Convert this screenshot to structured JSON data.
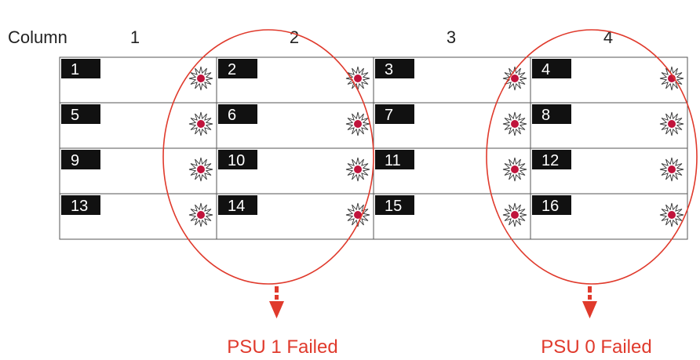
{
  "header": {
    "label": "Column",
    "columns": [
      "1",
      "2",
      "3",
      "4"
    ]
  },
  "slots": [
    [
      "1",
      "2",
      "3",
      "4"
    ],
    [
      "5",
      "6",
      "7",
      "8"
    ],
    [
      "9",
      "10",
      "11",
      "12"
    ],
    [
      "13",
      "14",
      "15",
      "16"
    ]
  ],
  "failures": [
    {
      "label": "PSU 1 Failed"
    },
    {
      "label": "PSU 0 Failed"
    }
  ],
  "colors": {
    "badge": "#111111",
    "badge_text": "#ffffff",
    "alert": "#e03a2c",
    "led": "#c0143c",
    "line": "#555555"
  }
}
